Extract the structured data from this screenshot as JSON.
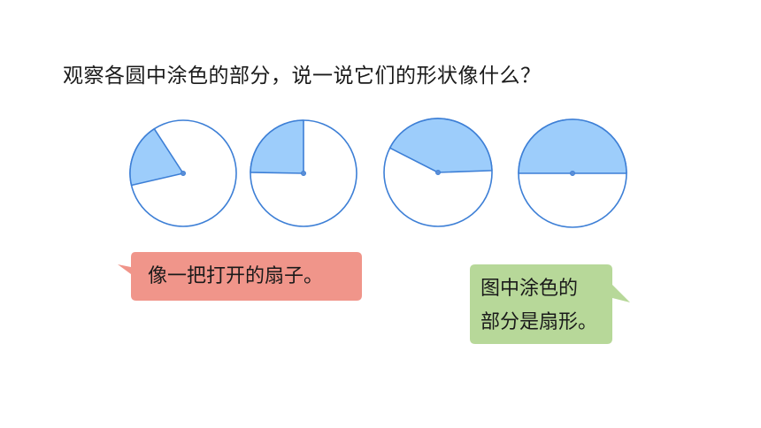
{
  "question": "观察各圆中涂色的部分，说一说它们的形状像什么？",
  "colors": {
    "fill": "#9dcdfb",
    "stroke": "#3d7fd6",
    "left_bubble": "#f0958a",
    "right_bubble": "#b7d899"
  },
  "circles": [
    {
      "name": "sector-small",
      "start_deg": 123,
      "end_deg": 193
    },
    {
      "name": "sector-quarter",
      "start_deg": 90,
      "end_deg": 179
    },
    {
      "name": "sector-large",
      "start_deg": 2,
      "end_deg": 153
    },
    {
      "name": "sector-half",
      "start_deg": 0,
      "end_deg": 180
    }
  ],
  "bubbles": {
    "left": {
      "lines": [
        "像一把打开的扇子。"
      ]
    },
    "right": {
      "lines": [
        "图中涂色的",
        "部分是扇形。"
      ]
    }
  }
}
